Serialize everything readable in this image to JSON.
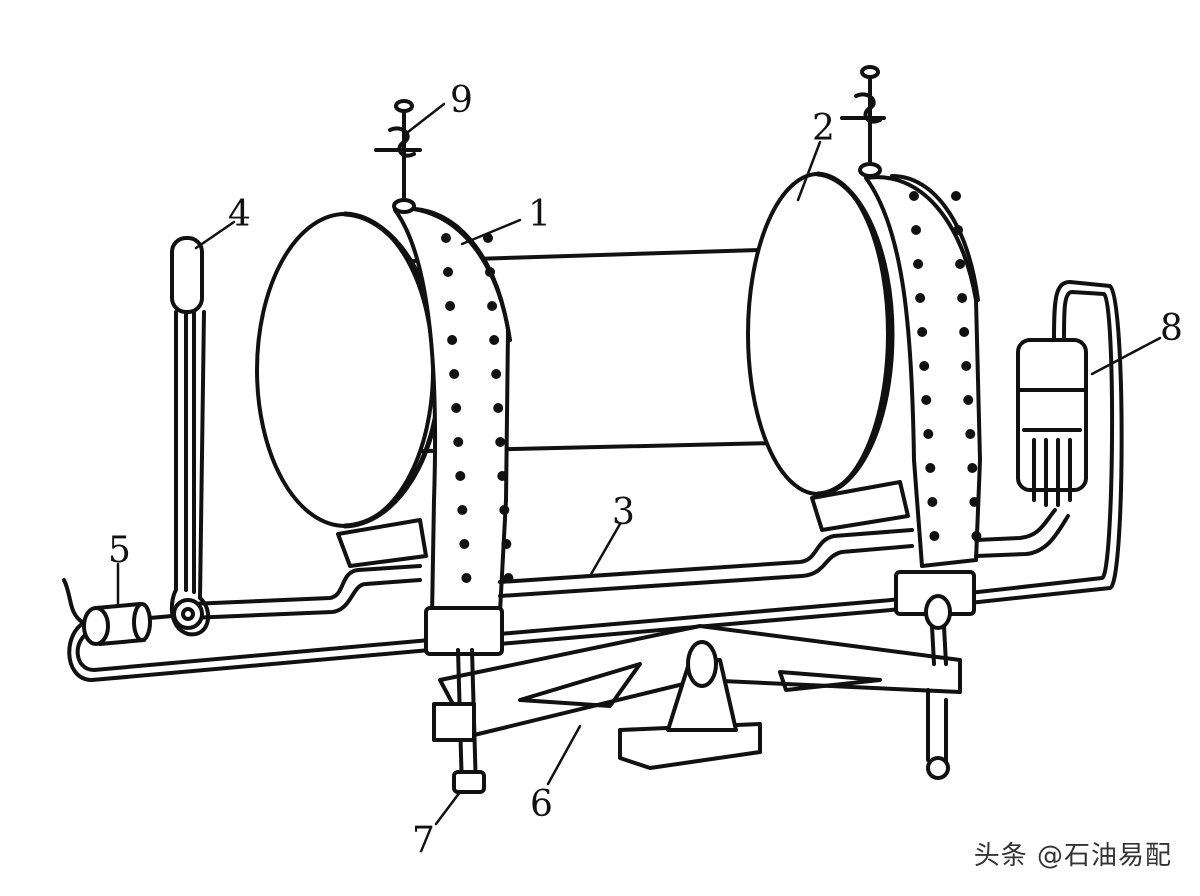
{
  "diagram": {
    "callouts": [
      "1",
      "2",
      "3",
      "4",
      "5",
      "6",
      "7",
      "8",
      "9"
    ]
  },
  "watermark": {
    "text": "头条 @石油易配"
  },
  "colors": {
    "ink": "#111111",
    "paper": "#ffffff"
  }
}
